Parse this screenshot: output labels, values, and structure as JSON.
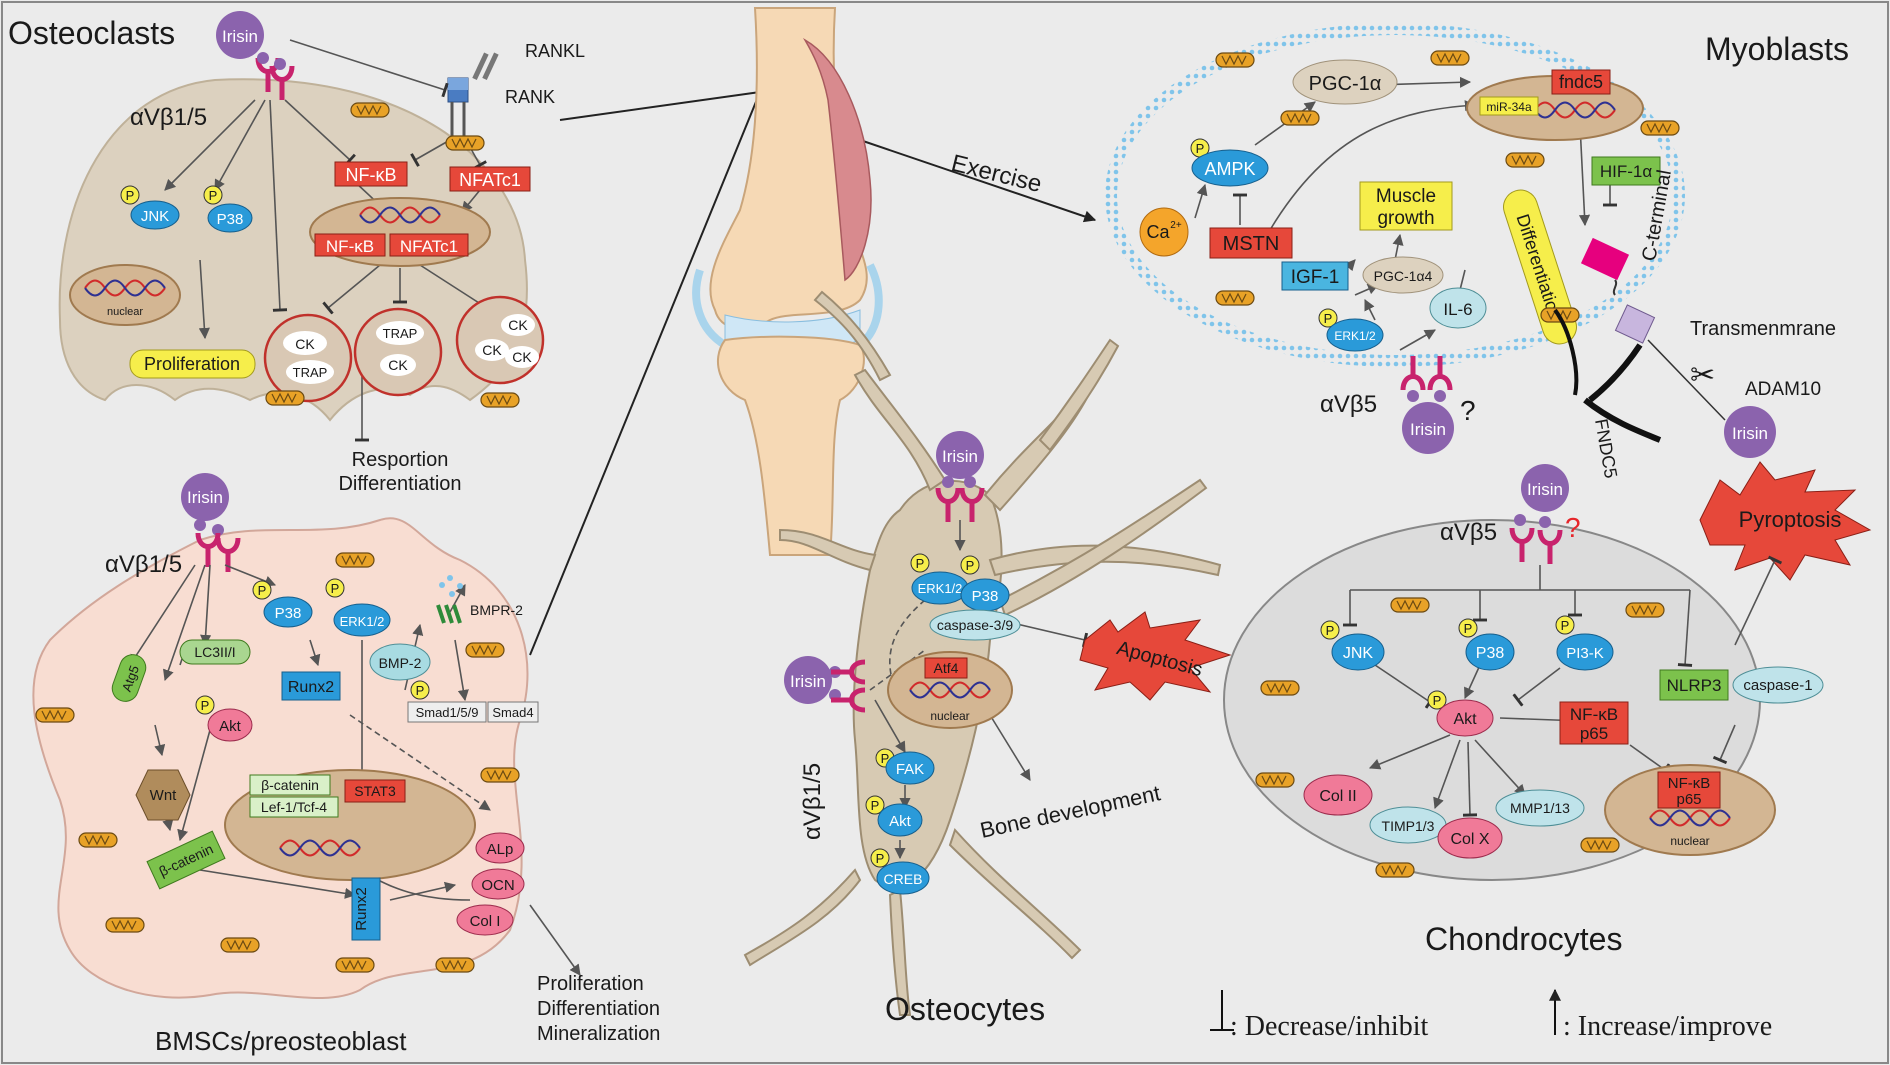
{
  "cells": {
    "osteoclasts": "Osteoclasts",
    "myoblasts": "Myoblasts",
    "bmscs": "BMSCs/preosteoblast",
    "osteocytes": "Osteocytes",
    "chondrocytes": "Chondrocytes"
  },
  "labels": {
    "irisin": "Irisin",
    "integrin_b15": "αVβ1/5",
    "integrin_b5": "αVβ5",
    "question": "?",
    "rankl": "RANKL",
    "rank": "RANK",
    "exercise": "Exercise",
    "nuclear": "nuclear",
    "p": "P",
    "bone_development": "Bone development"
  },
  "osteoclast": {
    "nfkb": "NF-κB",
    "nfatc1": "NFATc1",
    "jnk": "JNK",
    "p38": "P38",
    "proliferation": "Proliferation",
    "ck": "CK",
    "trap": "TRAP",
    "resorption": "Resportion",
    "differentiation": "Differentiation"
  },
  "myoblast": {
    "pgc1a": "PGC-1α",
    "fndc5_gene": "fndc5",
    "mir34a": "miR-34a",
    "ampk": "AMPK",
    "ca": "Ca",
    "ca_sup": "2+",
    "mstn": "MSTN",
    "muscle_growth_1": "Muscle",
    "muscle_growth_2": "growth",
    "differentiation": "Differentiation",
    "hif1a": "HIF-1α",
    "igf1": "IGF-1",
    "pgc1a4": "PGC-1α4",
    "il6": "IL-6",
    "erk": "ERK1/2",
    "c_terminal": "C-terminal",
    "transmembrane": "Transmenmrane",
    "fndc5": "FNDC5",
    "adam10": "ADAM10"
  },
  "bmsc": {
    "atg5": "Atg5",
    "lc3": "LC3II/I",
    "p38": "P38",
    "erk": "ERK1/2",
    "bmpr2": "BMPR-2",
    "bmp2": "BMP-2",
    "smad159": "Smad1/5/9",
    "smad4": "Smad4",
    "akt": "Akt",
    "runx2": "Runx2",
    "wnt": "Wnt",
    "bcat": "β-catenin",
    "lef": "Lef-1/Tcf-4",
    "stat3": "STAT3",
    "alp": "ALp",
    "ocn": "OCN",
    "col1": "Col I",
    "out1": "Proliferation",
    "out2": "Differentiation",
    "out3": "Mineralization"
  },
  "osteocyte": {
    "erk": "ERK1/2",
    "p38": "P38",
    "caspase": "caspase-3/9",
    "atf4": "Atf4",
    "fak": "FAK",
    "akt": "Akt",
    "creb": "CREB",
    "apoptosis": "Apoptosis"
  },
  "chondrocyte": {
    "pyroptosis": "Pyroptosis",
    "jnk": "JNK",
    "p38": "P38",
    "pi3k": "PI3-K",
    "nlrp3": "NLRP3",
    "caspase1": "caspase-1",
    "akt": "Akt",
    "nfkb": "NF-κB",
    "p65": "p65",
    "col2": "Col II",
    "timp": "TIMP1/3",
    "colx": "Col X",
    "mmp": "MMP1/13"
  },
  "legend": {
    "inhibit": ": Decrease/inhibit",
    "increase": ": Increase/improve"
  },
  "colors": {
    "background": "#ebebeb",
    "osteoclast_cell": "#dcd1bf",
    "bmsc_cell": "#f8ddd2",
    "osteocyte_cell": "#d7cab3",
    "chondrocyte_cell": "#dcdcdc",
    "myoblast_membrane": "#7fc4ea",
    "irisin": "#8b63ad",
    "receptor": "#c8236d",
    "red_box": "#e6483a",
    "blue_node": "#2a9ad9",
    "yellow_node": "#f6ee4b",
    "green_node": "#7cc24c",
    "pink_node": "#f07a98"
  }
}
